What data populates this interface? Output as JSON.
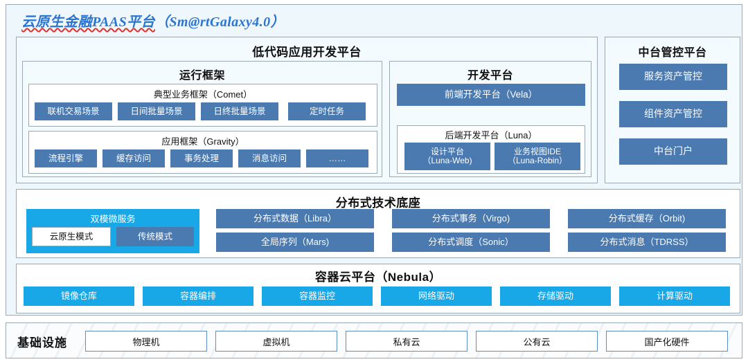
{
  "title": {
    "underlined": "云原生金融PAAS平台",
    "rest": "（Sm@rtGalaxy4.0）"
  },
  "lowcode": {
    "header": "低代码应用开发平台",
    "runtime": {
      "header": "运行框架",
      "comet": {
        "header": "典型业务框架（Comet）",
        "items": [
          "联机交易场景",
          "日间批量场景",
          "日终批量场景",
          "定时任务"
        ]
      },
      "gravity": {
        "header": "应用框架（Gravity）",
        "items": [
          "流程引擎",
          "缓存访问",
          "事务处理",
          "消息访问",
          "……"
        ]
      }
    },
    "devplat": {
      "header": "开发平台",
      "frontend": "前端开发平台（Vela）",
      "luna": {
        "header": "后端开发平台（Luna）",
        "items": [
          "设计平台\n（Luna-Web)",
          "业务视图IDE\n（Luna-Robin）"
        ]
      }
    }
  },
  "midctl": {
    "header": "中台管控平台",
    "items": [
      "服务资产管控",
      "组件资产管控",
      "中台门户"
    ]
  },
  "disttech": {
    "header": "分布式技术底座",
    "dualmode": {
      "title": "双模微服务",
      "cloud_native": "云原生模式",
      "traditional": "传统模式"
    },
    "items_row1": [
      "分布式数据（Libra）",
      "分布式事务（Virgo)",
      "分布式缓存（Orbit)"
    ],
    "items_row2": [
      "全局序列（Mars)",
      "分布式调度（Sonic）",
      "分布式消息（TDRSS）"
    ]
  },
  "container_cloud": {
    "header": "容器云平台（Nebula）",
    "items": [
      "镜像仓库",
      "容器编排",
      "容器监控",
      "网络驱动",
      "存储驱动",
      "计算驱动"
    ]
  },
  "infrastructure": {
    "label": "基础设施",
    "items": [
      "物理机",
      "虚拟机",
      "私有云",
      "公有云",
      "国产化硬件"
    ]
  },
  "colors": {
    "steel_blue": "#4a7ab0",
    "cyan": "#18a8e8",
    "title_blue": "#2b74d0",
    "wavy_red": "#e03030",
    "panel_bg": "#eef8fc",
    "border": "#9aa7b4"
  }
}
